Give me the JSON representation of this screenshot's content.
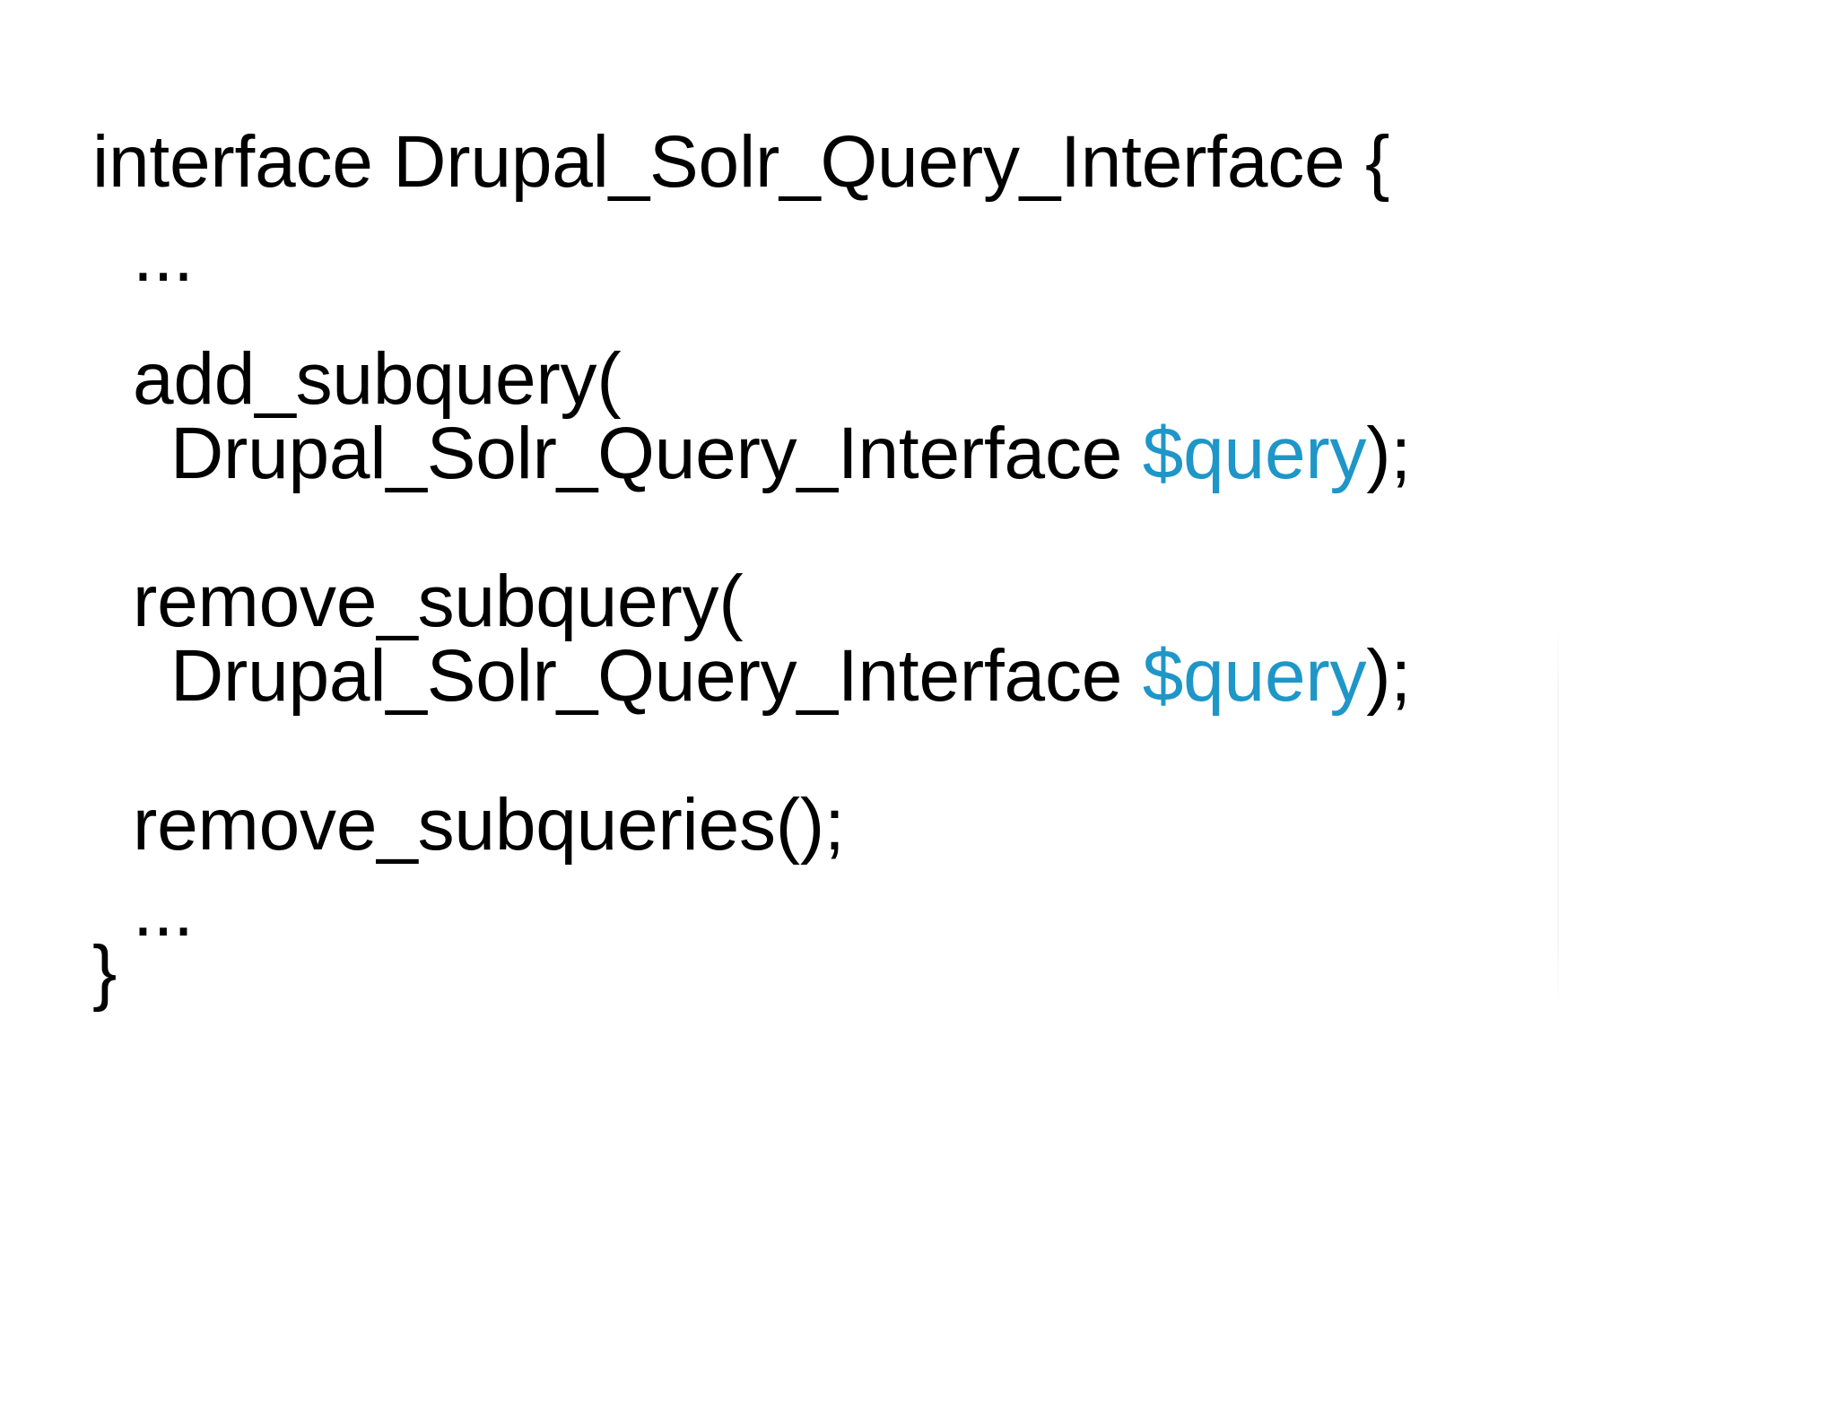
{
  "slide": {
    "background_color": "#ffffff",
    "text_color": "#000000",
    "accent_color": "#1e96c8",
    "language": "php"
  },
  "code": {
    "lines": [
      {
        "id": "interface-declaration",
        "indent": 0,
        "segments": [
          {
            "kind": "plain",
            "text": "interface Drupal_Solr_Query_Interface {"
          }
        ]
      },
      {
        "id": "ellipsis-top",
        "indent": 1,
        "segments": [
          {
            "kind": "plain",
            "text": "..."
          }
        ]
      },
      {
        "id": "add-subquery-signature",
        "indent": 1,
        "segments": [
          {
            "kind": "plain",
            "text": "add_subquery("
          }
        ]
      },
      {
        "id": "add-subquery-parameter",
        "indent": 2,
        "segments": [
          {
            "kind": "plain",
            "text": "Drupal_Solr_Query_Interface "
          },
          {
            "kind": "variable",
            "text": "$query"
          },
          {
            "kind": "plain",
            "text": ");"
          }
        ]
      },
      {
        "id": "remove-subquery-signature",
        "indent": 1,
        "segments": [
          {
            "kind": "plain",
            "text": "remove_subquery("
          }
        ]
      },
      {
        "id": "remove-subquery-parameter",
        "indent": 2,
        "segments": [
          {
            "kind": "plain",
            "text": "Drupal_Solr_Query_Interface "
          },
          {
            "kind": "variable",
            "text": "$query"
          },
          {
            "kind": "plain",
            "text": ");"
          }
        ]
      },
      {
        "id": "remove-subqueries-call",
        "indent": 1,
        "segments": [
          {
            "kind": "plain",
            "text": "remove_subqueries();"
          }
        ]
      },
      {
        "id": "ellipsis-bottom",
        "indent": 1,
        "segments": [
          {
            "kind": "plain",
            "text": "..."
          }
        ]
      },
      {
        "id": "interface-close-brace",
        "indent": 0,
        "segments": [
          {
            "kind": "plain",
            "text": "}"
          }
        ]
      }
    ]
  }
}
